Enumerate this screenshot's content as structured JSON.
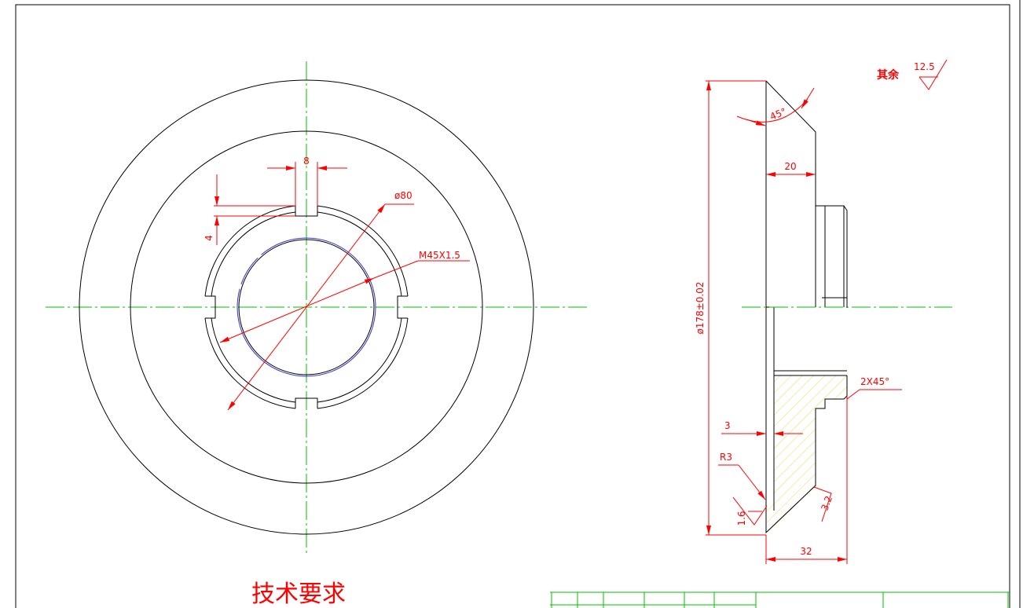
{
  "drawing": {
    "dims": {
      "slot_width": "8",
      "slot_depth": "4",
      "bore_dia": "ø80",
      "thread": "M45X1.5",
      "outer_dia": "ø178±0.02",
      "bevel_angle": "45°",
      "flange_width": "20",
      "chamfer": "2X45°",
      "edge_offset": "3",
      "radius": "R3",
      "total_width": "32"
    },
    "roughness": {
      "other_label": "其余",
      "other_value": "12.5",
      "surface_a": "1.6",
      "surface_b": "3.2"
    },
    "tech_requirements_title": "技术要求"
  }
}
